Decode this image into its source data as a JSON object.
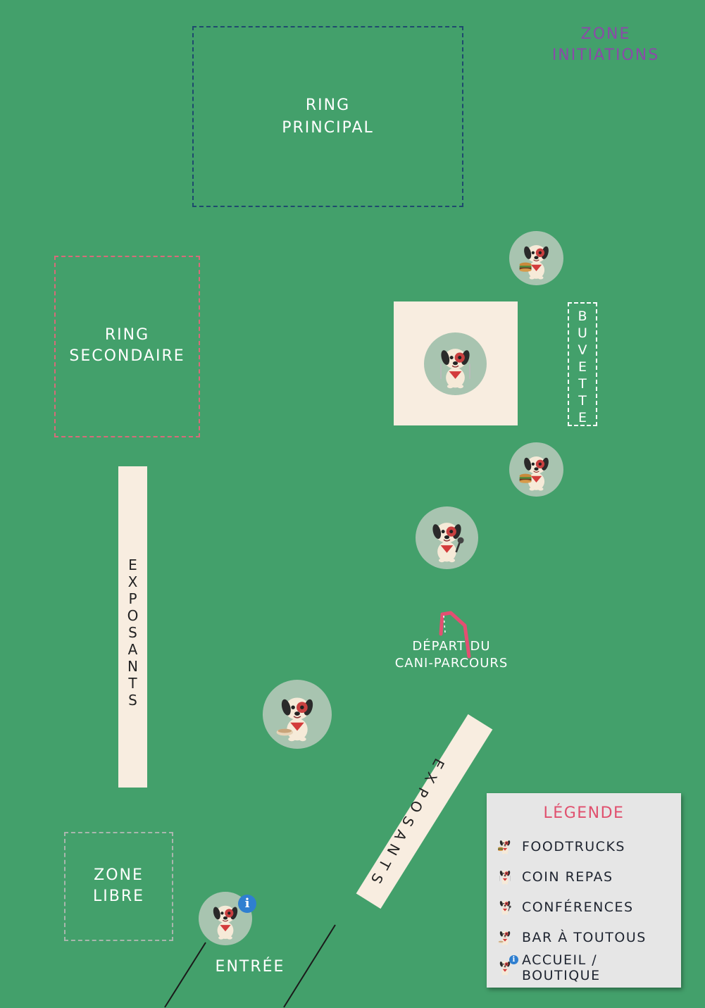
{
  "zones": {
    "zone_initiations": [
      "ZONE",
      "INITIATIONS"
    ],
    "ring_principal": [
      "RING",
      "PRINCIPAL"
    ],
    "ring_secondaire": [
      "RING",
      "SECONDAIRE"
    ],
    "zone_libre": [
      "ZONE",
      "LIBRE"
    ],
    "buvette": [
      "B",
      "U",
      "V",
      "E",
      "T",
      "T",
      "E"
    ],
    "exposants_left": [
      "E",
      "X",
      "P",
      "O",
      "S",
      "A",
      "N",
      "T",
      "S"
    ],
    "exposants_diag": [
      "E",
      "X",
      "P",
      "O",
      "S",
      "A",
      "N",
      "T",
      "S"
    ],
    "depart": [
      "DÉPART DU",
      "CANI-PARCOURS"
    ],
    "entree": "ENTRÉE"
  },
  "legend": {
    "title": "LÉGENDE",
    "items": [
      {
        "label": "FOODTRUCKS",
        "icon": "dog-burger-icon"
      },
      {
        "label": "COIN REPAS",
        "icon": "dog-fork-icon"
      },
      {
        "label": "CONFÉRENCES",
        "icon": "dog-microphone-icon"
      },
      {
        "label": "BAR À TOUTOUS",
        "icon": "dog-bowl-icon"
      },
      {
        "label": "ACCUEIL / BOUTIQUE",
        "icon": "dog-info-icon"
      }
    ]
  },
  "colors": {
    "background": "#43a06b",
    "cream": "#f8ede0",
    "legend_title": "#e0506e",
    "zone_initiations": "#8b4aa8",
    "ring_principal_border": "#1f4a6e",
    "ring_secondaire_border": "#d96a7a",
    "zone_libre_border": "#a9b6ad",
    "cani_marker": "#e44f72"
  }
}
